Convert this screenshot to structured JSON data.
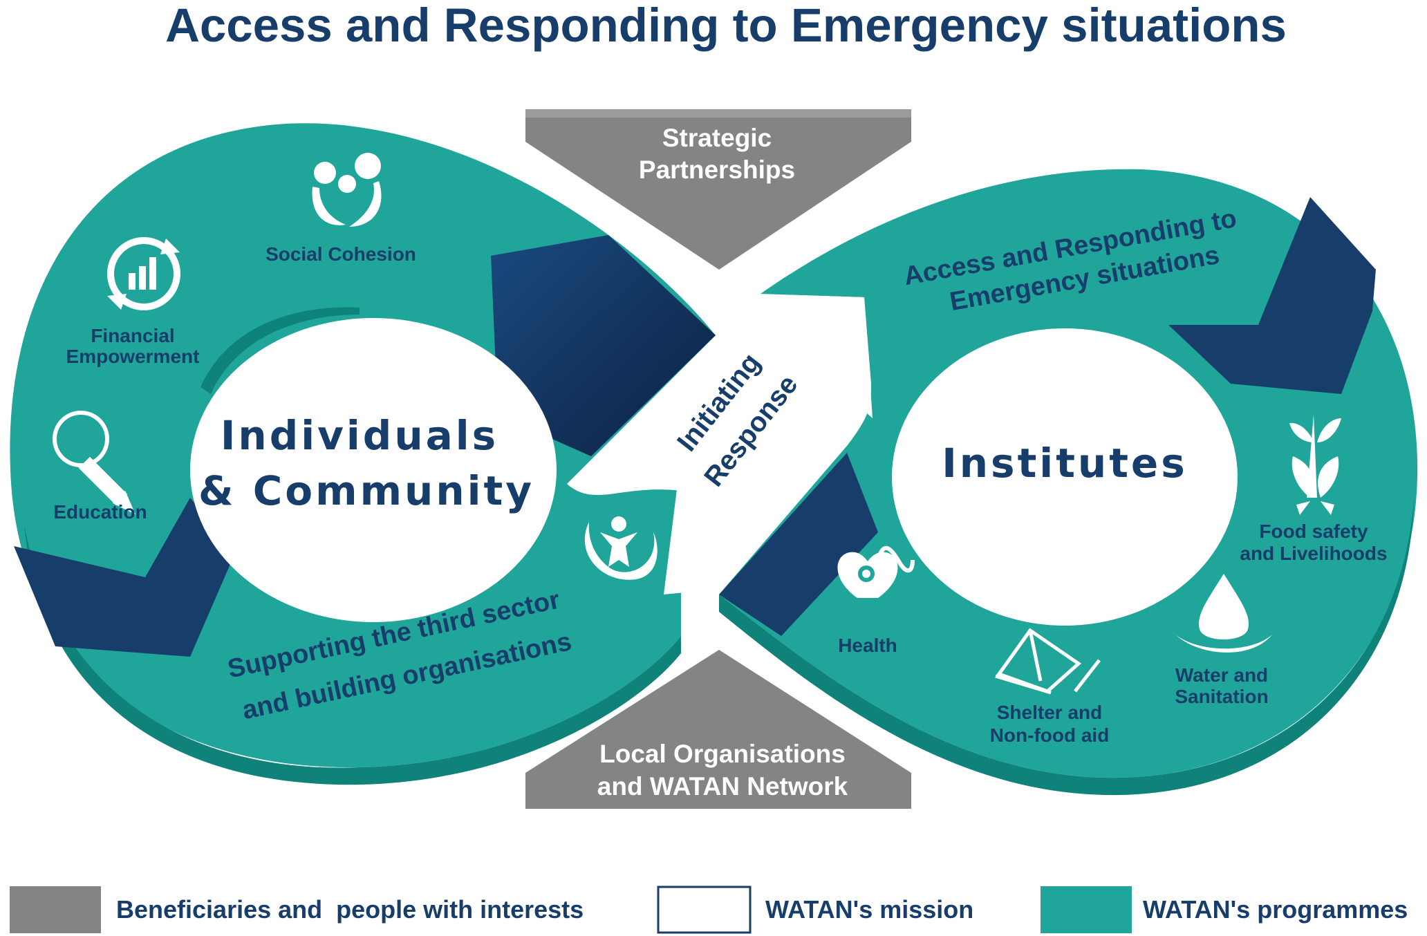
{
  "title": "Access and Responding to Emergency situations",
  "left_loop": {
    "center_line1": "Individuals",
    "center_line2": "& Community",
    "curved_line1": "Supporting the third sector",
    "curved_line2": "and building organisations",
    "programmes": {
      "social_cohesion": "Social Cohesion",
      "financial_line1": "Financial",
      "financial_line2": "Empowerment",
      "education": "Education"
    }
  },
  "right_loop": {
    "center": "Institutes",
    "curved_line1": "Access and Responding to",
    "curved_line2": "Emergency situations",
    "programmes": {
      "food_line1": "Food safety",
      "food_line2": "and Livelihoods",
      "health": "Health",
      "shelter_line1": "Shelter and",
      "shelter_line2": "Non-food aid",
      "water_line1": "Water and",
      "water_line2": "Sanitation"
    }
  },
  "crossing": {
    "line1": "Initiating",
    "line2": "Response"
  },
  "top_band": {
    "line1": "Strategic",
    "line2": "Partnerships"
  },
  "bottom_band": {
    "line1": "Local Organisations",
    "line2": "and WATAN Network"
  },
  "legend": [
    {
      "label": "Beneficiaries and  people with interests",
      "color": "#838585"
    },
    {
      "label": "WATAN's mission",
      "color": "#ffffff"
    },
    {
      "label": "WATAN's programmes",
      "color": "#1fa59a"
    }
  ],
  "colors": {
    "teal": "#1fa59a",
    "teal_dark": "#0f8279",
    "navy": "#173d6b",
    "grey": "#838585",
    "white": "#ffffff"
  }
}
